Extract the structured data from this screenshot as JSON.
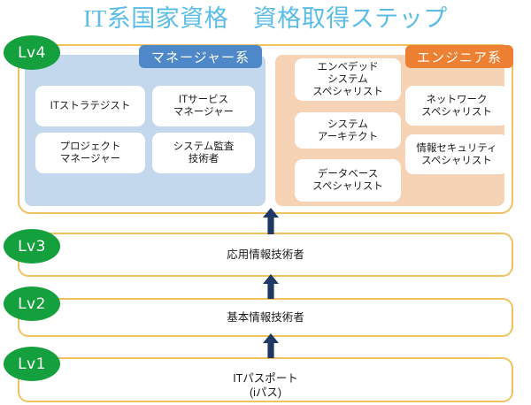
{
  "title": "IT系国家資格　資格取得ステップ",
  "colors": {
    "title": "#5BBCE8",
    "level_badge": "#14A03C",
    "row_border": "#EFC25E",
    "manager_panel": "#C3D8EC",
    "manager_tab": "#4E88C8",
    "engineer_panel": "#F7D3B6",
    "engineer_tab": "#ED8032",
    "card": "#FFFFFF",
    "arrow": "#1F3864",
    "background": "#FFFFFF"
  },
  "levels": {
    "lv4": {
      "badge": "Lv4",
      "panels": [
        {
          "id": "manager",
          "tab_label": "マネージャー系",
          "cards": [
            "ITストラテジスト",
            "ITサービス\nマネージャー",
            "プロジェクト\nマネージャー",
            "システム監査\n技術者"
          ]
        },
        {
          "id": "engineer",
          "tab_label": "エンジニア系",
          "cards": [
            "エンベデッド\nシステム\nスペシャリスト",
            "システム\nアーキテクト",
            "データベース\nスペシャリスト",
            "ネットワーク\nスペシャリスト",
            "情報セキュリティ\nスペシャリスト"
          ]
        }
      ]
    },
    "lv3": {
      "badge": "Lv3",
      "label": "応用情報技術者"
    },
    "lv2": {
      "badge": "Lv2",
      "label": "基本情報技術者"
    },
    "lv1": {
      "badge": "Lv1",
      "label": "ITパスポート\n(iパス)"
    }
  },
  "arrows": [
    {
      "name": "lv3-to-lv4",
      "direction": "up"
    },
    {
      "name": "lv2-to-lv3",
      "direction": "up"
    },
    {
      "name": "lv1-to-lv2",
      "direction": "up"
    }
  ]
}
